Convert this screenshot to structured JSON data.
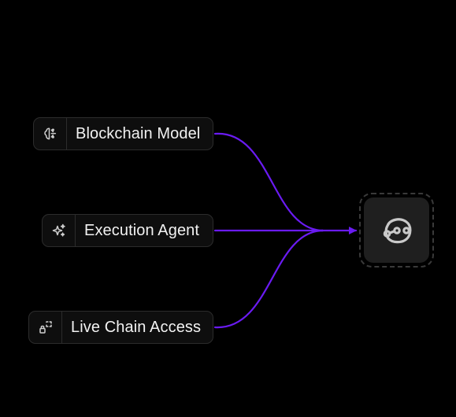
{
  "colors": {
    "background": "#000000",
    "connector": "#6a1bf2",
    "node_fill": "#0e0e0e",
    "node_border": "#2c2c2c",
    "hub_fill": "#1f1f1f",
    "text": "#f2f2f2",
    "icon": "#cfcfcf"
  },
  "inputs": [
    {
      "label": "Blockchain Model",
      "icon": "brain-icon"
    },
    {
      "label": "Execution Agent",
      "icon": "sparkles-icon"
    },
    {
      "label": "Live Chain Access",
      "icon": "scan-lock-icon"
    }
  ],
  "hub": {
    "icon": "logo-mark-icon"
  }
}
